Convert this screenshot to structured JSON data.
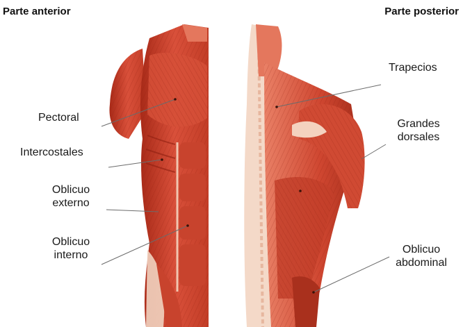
{
  "headings": {
    "anterior": "Parte anterior",
    "posterior": "Parte posterior"
  },
  "labels": {
    "pectoral": "Pectoral",
    "intercostales": "Intercostales",
    "oblicuo_externo_l1": "Oblicuo",
    "oblicuo_externo_l2": "externo",
    "oblicuo_interno_l1": "Oblicuo",
    "oblicuo_interno_l2": "interno",
    "trapecios": "Trapecios",
    "grandes_dorsales_l1": "Grandes",
    "grandes_dorsales_l2": "dorsales",
    "oblicuo_abdominal_l1": "Oblicuo",
    "oblicuo_abdominal_l2": "abdominal"
  },
  "colors": {
    "muscle_dark": "#b8321f",
    "muscle_mid": "#d9503a",
    "muscle_light": "#ee8a6e",
    "tendon": "#f4d2bf",
    "leader": "#6b6b6b"
  }
}
